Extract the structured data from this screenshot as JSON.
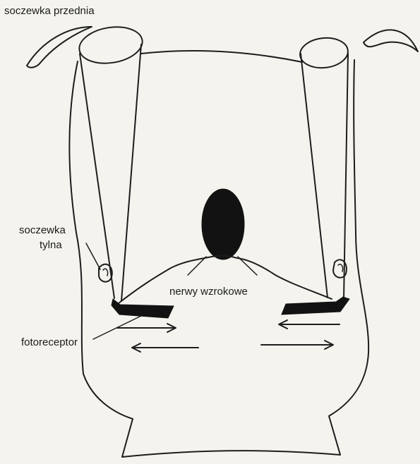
{
  "labels": {
    "front_lens": "soczewka przednia",
    "rear_lens_line1": "soczewka",
    "rear_lens_line2": "tylna",
    "optic_nerves": "nerwy wzrokowe",
    "photoreceptor": "fotoreceptor"
  },
  "colors": {
    "paper": "#f4f3ee",
    "ink": "#1d1d1d"
  }
}
